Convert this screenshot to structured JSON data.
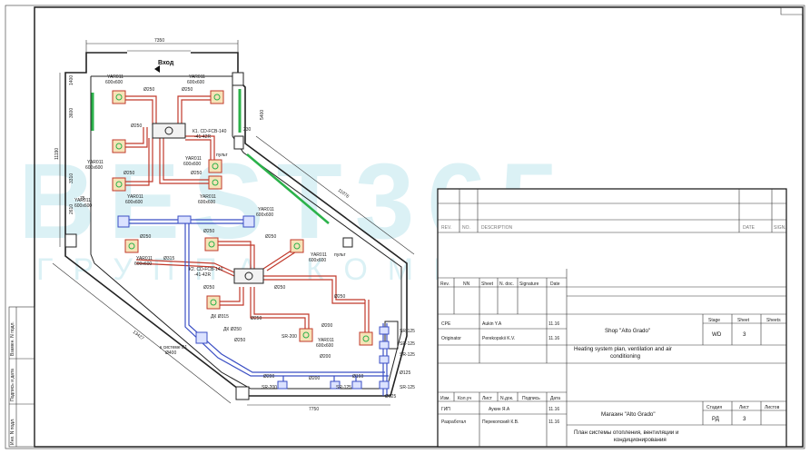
{
  "plan": {
    "dimensions": {
      "top": "7350",
      "bottom": "7750",
      "diag_lower": "13427",
      "diag_upper": "11076",
      "left_1": "1400",
      "left_2": "3600",
      "left_3": "11190",
      "left_4": "2610",
      "left_5": "3310",
      "left_6": "75",
      "right_1": "5400",
      "right_2": "230"
    },
    "entrance": "Вход",
    "diffusers": [
      {
        "tag": "YAR011",
        "size": "600x600"
      },
      {
        "tag": "YAR011",
        "size": "600x600"
      },
      {
        "tag": "YAR011",
        "size": "600x600"
      },
      {
        "tag": "YAR011",
        "size": "600x600"
      },
      {
        "tag": "YAR011",
        "size": "600x600"
      },
      {
        "tag": "YAR011",
        "size": "600x600"
      },
      {
        "tag": "YAR011",
        "size": "600x600"
      },
      {
        "tag": "YAR011",
        "size": "600x600"
      },
      {
        "tag": "YAR011",
        "size": "600x600"
      },
      {
        "tag": "YAR011",
        "size": "600x600"
      },
      {
        "tag": "YAR011",
        "size": "600x600"
      }
    ],
    "units": {
      "k1": "К1. CD-FCB-140",
      "k1_sub": "-41-42R",
      "k2": "К2. CD-FCB-140",
      "k2_sub": "-41-42R",
      "remote": "пульт"
    },
    "pipes": {
      "d250": "Ø250",
      "d315": "Ø315",
      "d200": "Ø200",
      "d160": "Ø160",
      "d125": "Ø125",
      "dk315": "ДК Ø315",
      "dk250": "ДК Ø250",
      "system": "к системе В1",
      "system_d": "Ø400"
    },
    "grilles": {
      "sr200": "SR-200",
      "sr125": "SR-125"
    }
  },
  "watermark": {
    "brand": "BEST365",
    "tagline": "ГРУППА КОМПАНИЙ"
  },
  "side_stamp": {
    "inv_podl": "Инв. N подл.",
    "podpis": "Подпись и дата",
    "vzam": "Взамен. N подл."
  },
  "title_block": {
    "rev_header": {
      "rev": "REV.",
      "no": "NO.",
      "desc": "DESCRIPTION",
      "date": "DATE",
      "sign": "SIGN."
    },
    "en_cols": {
      "rev": "Rev.",
      "nn": "NN",
      "sheet": "Sheet",
      "ndoc": "N. doc.",
      "signature": "Signature",
      "date": "Date"
    },
    "en": {
      "role1": "CPE",
      "name1": "Aukin Y.A",
      "date1": "11.16",
      "role2": "Originator",
      "name2": "Perekopskii K.V.",
      "date2": "11.16",
      "project": "Shop \"Alto Grado\"",
      "sheet_title": "Heating system plan, ventilation and air conditioning",
      "stage_h": "Stage",
      "sheet_h": "Sheet",
      "sheets_h": "Sheets",
      "stage": "WD",
      "sheet": "3"
    },
    "ru_cols": {
      "izm": "Изм.",
      "koluch": "Кол.уч",
      "list": "Лист",
      "ndok": "N.док.",
      "podpis": "Подпись",
      "data": "Дата"
    },
    "ru": {
      "role1": "ГИП",
      "name1": "Аукин Я.А",
      "date1": "11.16",
      "role2": "Разработал",
      "name2": "Перекопский К.В.",
      "date2": "11.16",
      "project": "Магазин \"Alto Grado\"",
      "sheet_title": "План системы отопления, вентиляции и кондиционирования",
      "stage_h": "Стадия",
      "sheet_h": "Лист",
      "sheets_h": "Листов",
      "stage": "РД",
      "sheet": "3"
    }
  },
  "colors": {
    "supply": "#c0392b",
    "exhaust": "#3b4fc4",
    "hatch": "#2bb24a",
    "watermark": "#a9dee8"
  }
}
